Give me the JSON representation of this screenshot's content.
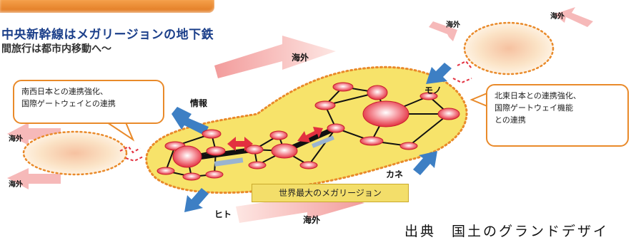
{
  "title_line1": "中央新幹線はメガリージョンの地下鉄",
  "title_line2": "間旅行は都市内移動へ〜",
  "callout_left": {
    "line1": "南西日本との連携強化、",
    "line2": "国際ゲートウェイとの連携"
  },
  "callout_right": {
    "line1": "北東日本との連携強化、",
    "line2": "国際ゲートウェイ機能",
    "line3": "との連携"
  },
  "labels": {
    "overseas": "海外",
    "info": "情報",
    "goods": "モノ",
    "money": "カネ",
    "people": "ヒト"
  },
  "banner": "世界最大のメガリージョン",
  "source": "出典　国土のグランドデザイ",
  "colors": {
    "accent_orange": "#e98a2a",
    "region_yellow": "#f7e36a",
    "node_red": "#e8334a",
    "arrow_blue": "#3d7fc4",
    "arrow_pink": "#f08a8a"
  }
}
